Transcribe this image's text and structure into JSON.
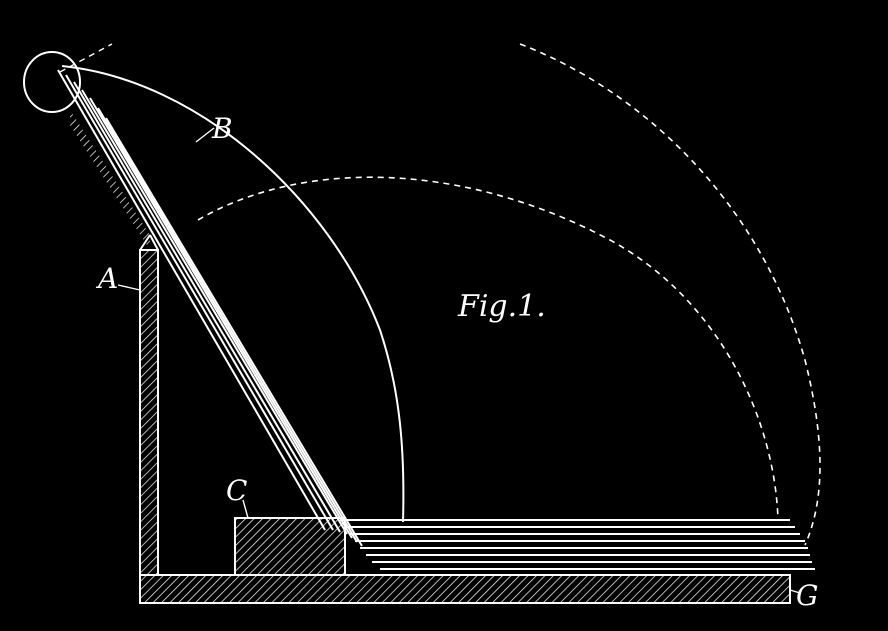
{
  "figure": {
    "title": "Fig.1.",
    "labels": {
      "a": "A",
      "b": "B",
      "c": "C",
      "g": "G"
    }
  },
  "colors": {
    "background": "#000000",
    "ink": "#ffffff"
  }
}
